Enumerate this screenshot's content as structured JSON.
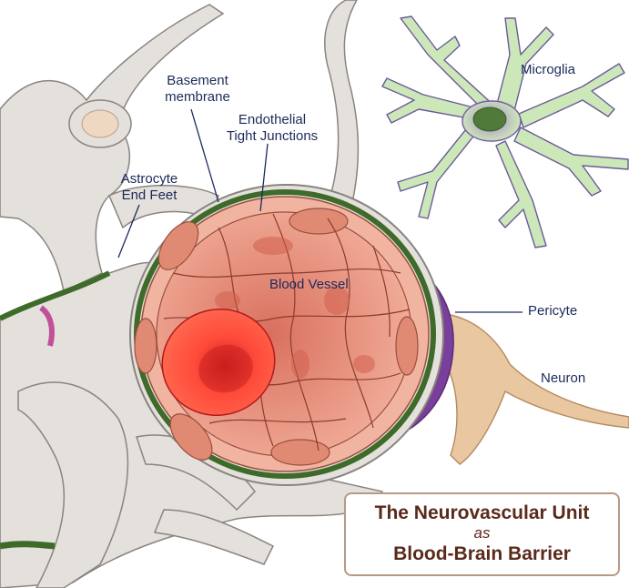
{
  "labels": {
    "basement_membrane": "Basement\nmembrane",
    "tight_junctions": "Endothelial\nTight Junctions",
    "astrocyte": "Astrocyte\nEnd Feet",
    "microglia": "Microglia",
    "blood_vessel": "Blood Vessel",
    "pericyte": "Pericyte",
    "neuron": "Neuron"
  },
  "title": {
    "line1": "The Neurovascular Unit",
    "line2": "as",
    "line3": "Blood-Brain Barrier"
  },
  "colors": {
    "astrocyte": "#e4e0dc",
    "astrocyte_outline": "#8a8480",
    "basement_membrane": "#3f6b2a",
    "vessel_lumen": "#e99a86",
    "endothelial_cell": "#f0b4a0",
    "red_blood_cell": "#f03a30",
    "pericyte": "#7a3f9b",
    "microglia": "#cde8b8",
    "microglia_outline": "#6a5a9a",
    "neuron": "#e9c7a0",
    "label_text": "#1c2a5a",
    "title_text": "#5a2a1a"
  }
}
